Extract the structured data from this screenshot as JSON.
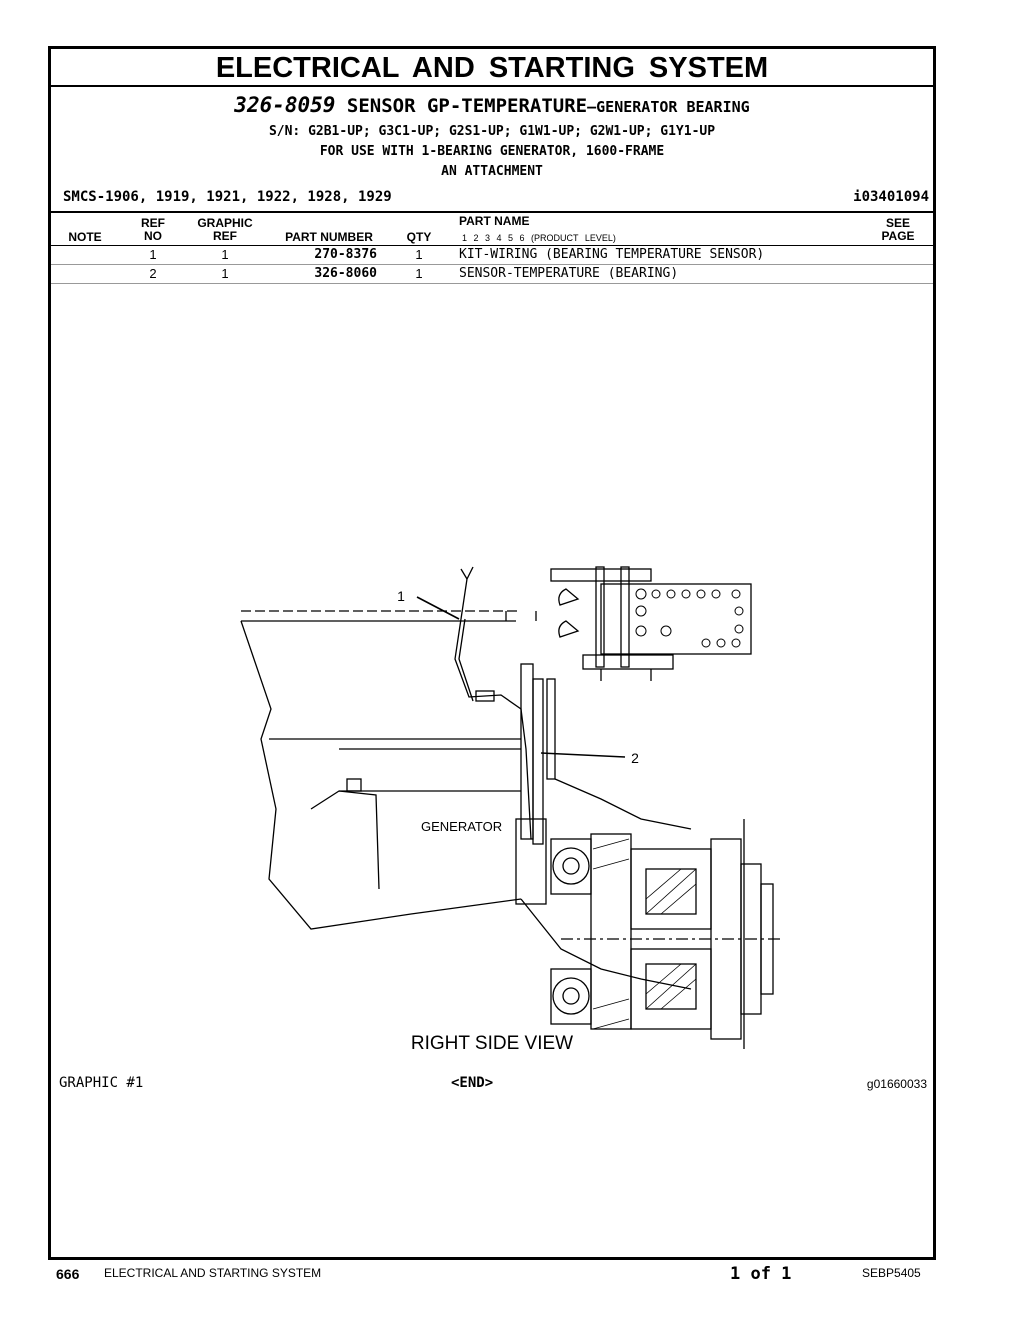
{
  "section_title": "ELECTRICAL AND STARTING SYSTEM",
  "group": {
    "number": "326-8059",
    "name": "SENSOR GP-TEMPERATURE",
    "suffix": "—GENERATOR BEARING",
    "serial_numbers": "S/N: G2B1-UP; G3C1-UP; G2S1-UP; G1W1-UP; G2W1-UP; G1Y1-UP",
    "usage": "FOR USE WITH 1-BEARING GENERATOR, 1600-FRAME",
    "type": "AN ATTACHMENT"
  },
  "smcs": "SMCS-1906, 1919, 1921, 1922, 1928, 1929",
  "illustration_id": "i03401094",
  "table": {
    "headers": {
      "note": "NOTE",
      "ref_no_1": "REF",
      "ref_no_2": "NO",
      "graphic_ref_1": "GRAPHIC",
      "graphic_ref_2": "REF",
      "part_number": "PART NUMBER",
      "qty": "QTY",
      "part_name": "PART NAME",
      "levels": "1  2  3  4  5  6  (PRODUCT LEVEL)",
      "see_page_1": "SEE",
      "see_page_2": "PAGE"
    },
    "rows": [
      {
        "ref_no": "1",
        "graphic_ref": "1",
        "part_number": "270-8376",
        "qty": "1",
        "part_name": "KIT-WIRING (BEARING TEMPERATURE SENSOR)"
      },
      {
        "ref_no": "2",
        "graphic_ref": "1",
        "part_number": "326-8060",
        "qty": "1",
        "part_name": "SENSOR-TEMPERATURE (BEARING)"
      }
    ]
  },
  "drawing": {
    "callout_1": "1",
    "callout_2": "2",
    "generator_label": "GENERATOR",
    "view_label": "RIGHT SIDE VIEW"
  },
  "graphic_number": "GRAPHIC #1",
  "end_marker": "<END>",
  "graphic_id": "g01660033",
  "footer": {
    "page_number": "666",
    "section": "ELECTRICAL AND STARTING SYSTEM",
    "page_of": "1 of 1",
    "doc_number": "SEBP5405"
  }
}
